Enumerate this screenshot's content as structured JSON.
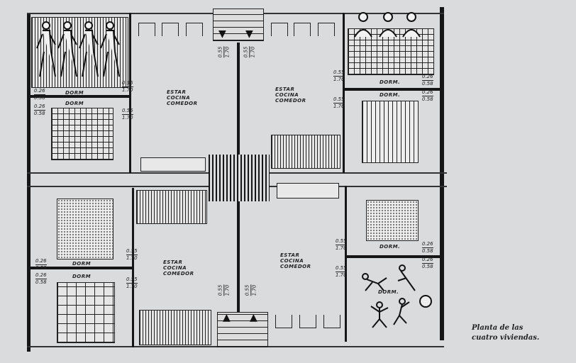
{
  "plan": {
    "living_labels": [
      "ESTAR\nCOCINA\nCOMEDOR",
      "ESTAR\nCOCINA\nCOMEDOR",
      "ESTAR\nCOCINA\nCOMEDOR",
      "ESTAR\nCOCINA\nCOMEDOR"
    ],
    "dorm_labels": [
      "DORM",
      "DORM",
      "DORM",
      "DORM",
      "DORM.",
      "DORM.",
      "DORM.",
      "DORM."
    ],
    "window_dims": {
      "top": "0.26",
      "bottom": "0.58"
    },
    "door_dims": {
      "top": "0.55",
      "bottom": "1.70"
    }
  },
  "caption": {
    "line1": "Planta  de  las",
    "line2": "cuatro viviendas."
  }
}
